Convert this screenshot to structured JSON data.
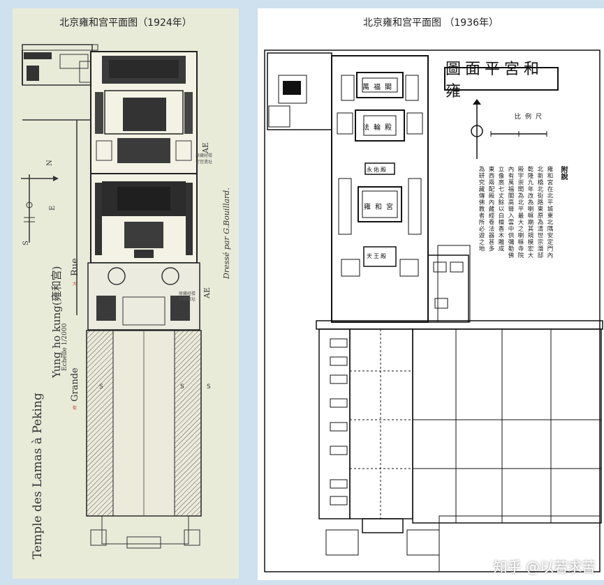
{
  "left_map": {
    "title": "北京雍和宫平面图（1924年）",
    "map_title": "Temple des Lamas à Peking",
    "map_subtitle": "Yung ho kung(雍和宫)",
    "scale": "Echelle 1/2000",
    "author": "Dressé par G.Bouillard.",
    "street_french_1": "Rue",
    "street_french_2": "Grande",
    "street_cn_1": "大",
    "street_cn_2": "街",
    "compass": {
      "north": "N",
      "south": "S",
      "east": "E"
    },
    "annotation_ae_1": "AE",
    "annotation_ae_2": "AE",
    "annotation_1": "原藏经楼",
    "annotation_2": "行宫遗址",
    "annotation_3": "原藏经楼",
    "annotation_4": "行宫遗址",
    "s_labels": [
      "S",
      "S",
      "S"
    ]
  },
  "right_map": {
    "title": "北京雍和宫平面图 （1936年）",
    "map_title": "圖面平宮和雍",
    "scale_label": "比例尺",
    "notes_heading": "附說",
    "notes": [
      "雍和宮在北平城東北隅安定門內",
      "北新橋北街路東原為清世宗潛邸",
      "乾隆九年改為喇嘛廟其規模宏大",
      "殿宇崇閎為北平最大之喇嘛寺院",
      "內有萬福閣高聳入雲中供彌勒佛",
      "立像高七丈餘以白檀香木雕成",
      "東西兩配殿內藏經卷法器甚多",
      "為研究藏傳佛教者所必遊之地"
    ],
    "halls": [
      "萬福閣",
      "法輪殿",
      "永佑殿",
      "雍和宮",
      "天王殿"
    ]
  },
  "watermark": "知乎 @以若求苦"
}
